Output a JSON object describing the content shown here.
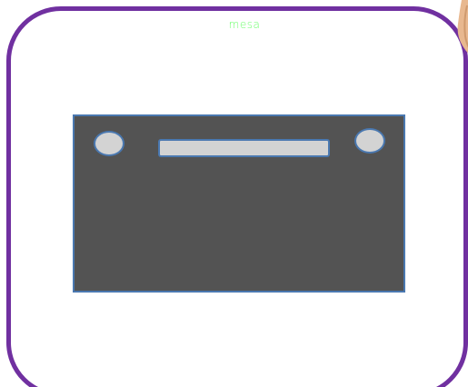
{
  "table_label": "mesa",
  "colors": {
    "frame_border": "#7030a0",
    "label_text": "#6dff6d",
    "table_fill": "#535353",
    "outline_blue": "#4a78b0",
    "piece_fill": "#d3d3d3",
    "corner_decoration": "#e8b88f"
  },
  "table": {
    "items": [
      {
        "name": "left-seat",
        "shape": "ellipse",
        "icon": "circle-icon"
      },
      {
        "name": "center-bar",
        "shape": "rounded-rectangle",
        "icon": "bar-icon"
      },
      {
        "name": "right-seat",
        "shape": "ellipse",
        "icon": "circle-icon"
      }
    ]
  }
}
